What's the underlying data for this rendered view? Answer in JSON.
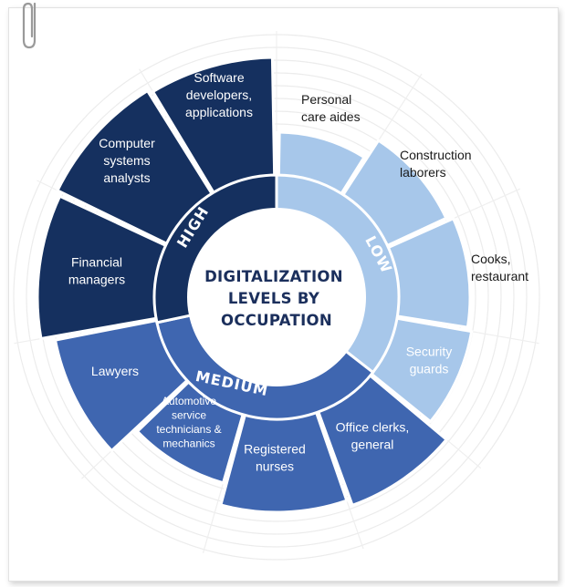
{
  "center_title": [
    "DIGITALIZATION",
    "LEVELS BY",
    "OCCUPATION"
  ],
  "levels": [
    {
      "key": "high",
      "label": "HIGH",
      "color": "#15305f"
    },
    {
      "key": "medium",
      "label": "MEDIUM",
      "color": "#3f66b0"
    },
    {
      "key": "low",
      "label": "LOW",
      "color": "#a7c7ea"
    }
  ],
  "occupations": [
    {
      "level": "low",
      "lines": [
        "Personal",
        "care aides"
      ]
    },
    {
      "level": "low",
      "lines": [
        "Construction",
        "laborers"
      ]
    },
    {
      "level": "low",
      "lines": [
        "Cooks,",
        "restaurant"
      ]
    },
    {
      "level": "low",
      "lines": [
        "Security",
        "guards"
      ]
    },
    {
      "level": "medium",
      "lines": [
        "Office clerks,",
        "general"
      ]
    },
    {
      "level": "medium",
      "lines": [
        "Registered",
        "nurses"
      ]
    },
    {
      "level": "medium",
      "lines": [
        "Automotive",
        "service",
        "technicians &",
        "mechanics"
      ]
    },
    {
      "level": "medium",
      "lines": [
        "Lawyers"
      ]
    },
    {
      "level": "high",
      "lines": [
        "Financial",
        "managers"
      ]
    },
    {
      "level": "high",
      "lines": [
        "Computer",
        "systems",
        "analysts"
      ]
    },
    {
      "level": "high",
      "lines": [
        "Software",
        "developers,",
        "applications"
      ]
    }
  ]
}
